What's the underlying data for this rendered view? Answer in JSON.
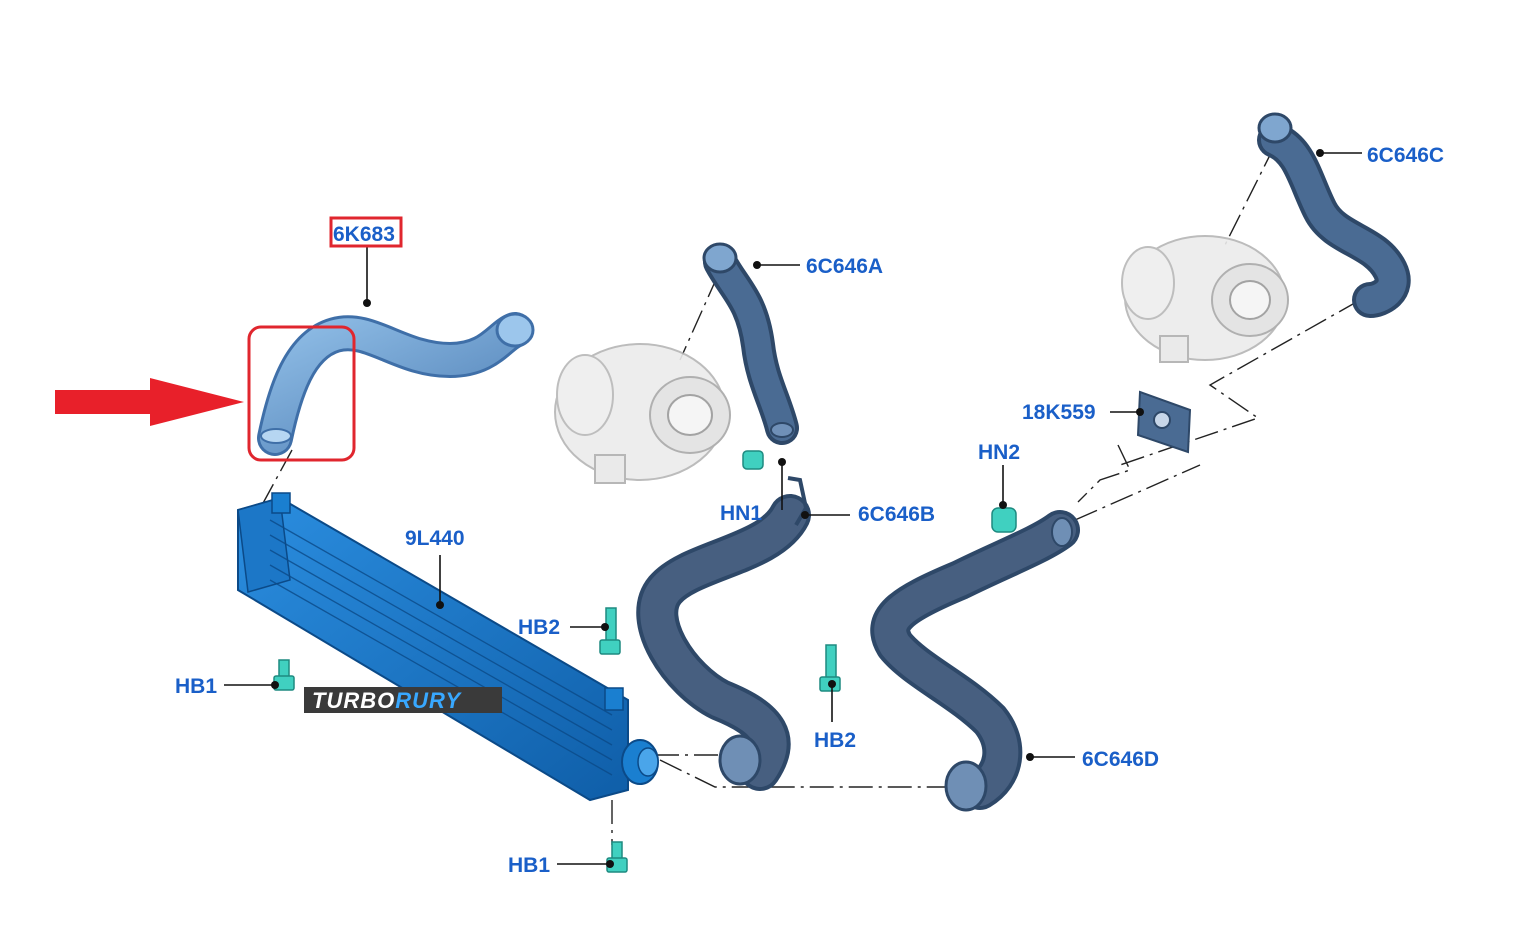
{
  "labels": {
    "p_6k683": "6K683",
    "p_6c646a": "6C646A",
    "p_6c646b": "6C646B",
    "p_6c646c": "6C646C",
    "p_6c646d": "6C646D",
    "p_9l440": "9L440",
    "p_18k559": "18K559",
    "hn1": "HN1",
    "hn2": "HN2",
    "hb2_left": "HB2",
    "hb2_mid": "HB2",
    "hb1_left": "HB1",
    "hb1_bottom": "HB1"
  },
  "watermark": {
    "part1": "TURBO",
    "part2": "RURY"
  },
  "colors": {
    "label": "#1a5fc8",
    "highlight": "#e0262e",
    "arrow": "#e8202a",
    "hose_dark": "#3a5273",
    "hose_light": "#6a9ccf",
    "intercooler": "#1a7fd0",
    "fastener": "#40d0c0",
    "watermark_bg": "#3a3a3a",
    "watermark_accent": "#38a8ff"
  }
}
